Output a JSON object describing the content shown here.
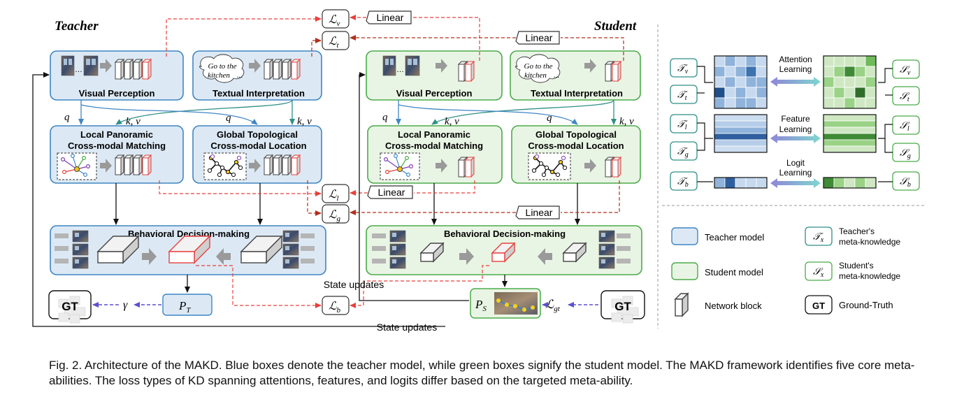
{
  "teacher_title": "Teacher",
  "student_title": "Student",
  "modules": {
    "visual_perception": "Visual Perception",
    "textual_interpretation": "Textual Interpretation",
    "local_line1": "Local Panoramic",
    "local_line2": "Cross-modal Matching",
    "global_line1": "Global Topological",
    "global_line2": "Cross-modal Location",
    "behavioral": "Behavioral Decision-making"
  },
  "instruction_line1": "Go to the",
  "instruction_line2": "kitchen",
  "instruction_ellipsis": "...",
  "labels": {
    "q": "q",
    "kv": "k, v",
    "linear": "Linear",
    "state_updates": "State updates",
    "gt": "GT",
    "gamma": "γ"
  },
  "losses": {
    "v": {
      "sym": "ℒ",
      "sub": "v"
    },
    "t": {
      "sym": "ℒ",
      "sub": "t"
    },
    "l": {
      "sym": "ℒ",
      "sub": "l"
    },
    "g": {
      "sym": "ℒ",
      "sub": "g"
    },
    "b": {
      "sym": "ℒ",
      "sub": "b"
    },
    "gt": {
      "sym": "ℒ",
      "sub": "gt"
    }
  },
  "policies": {
    "teacher": {
      "sym": "P",
      "sub": "T"
    },
    "student": {
      "sym": "P",
      "sub": "S"
    }
  },
  "meta": {
    "teacher": [
      {
        "sym": "𝒯",
        "sub": "v"
      },
      {
        "sym": "𝒯",
        "sub": "t"
      },
      {
        "sym": "𝒯",
        "sub": "l"
      },
      {
        "sym": "𝒯",
        "sub": "g"
      },
      {
        "sym": "𝒯",
        "sub": "b"
      }
    ],
    "student": [
      {
        "sym": "𝒮",
        "sub": "v"
      },
      {
        "sym": "𝒮",
        "sub": "t"
      },
      {
        "sym": "𝒮",
        "sub": "l"
      },
      {
        "sym": "𝒮",
        "sub": "g"
      },
      {
        "sym": "𝒮",
        "sub": "b"
      }
    ],
    "attention_line1": "Attention",
    "attention_line2": "Learning",
    "feature_line1": "Feature",
    "feature_line2": "Learning",
    "logit_line1": "Logit",
    "logit_line2": "Learning"
  },
  "legend": {
    "teacher_model": "Teacher model",
    "student_model": "Student model",
    "network_block": "Network block",
    "teacher_meta_line1": "Teacher's",
    "teacher_meta_line2": "meta-knowledge",
    "teacher_meta_symbol": {
      "sym": "𝒯",
      "sub": "x"
    },
    "student_meta_line1": "Student's",
    "student_meta_line2": "meta-knowledge",
    "student_meta_symbol": {
      "sym": "𝒮",
      "sub": "x"
    },
    "gt_label": "GT",
    "ground_truth": "Ground-Truth"
  },
  "caption": "Fig. 2. Architecture of the MAKD. Blue boxes denote the teacher model, while green boxes signify the student model. The MAKD framework identifies five core meta-abilities. The loss types of KD spanning attentions, features, and logits differ based on the targeted meta-ability.",
  "colors": {
    "teacher_fill": "#dce9f5",
    "teacher_stroke": "#3f86c4",
    "student_fill": "#e9f5e4",
    "student_stroke": "#4aab4a",
    "kd_red": "#e8403c",
    "kd_darkred": "#b0301e",
    "gt_arrow": "#5b4fd0",
    "teal": "#2f8f86"
  }
}
